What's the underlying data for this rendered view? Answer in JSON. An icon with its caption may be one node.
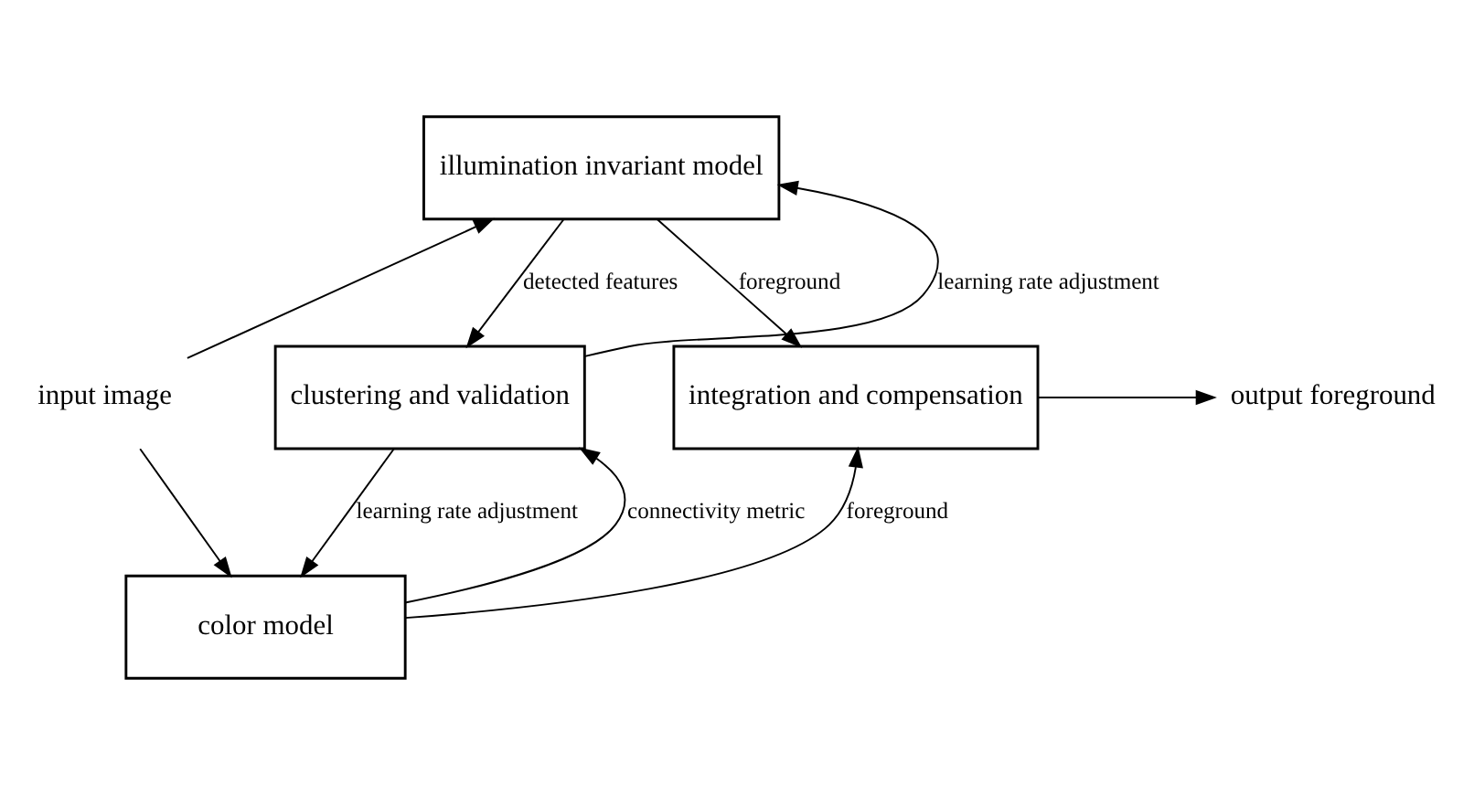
{
  "diagram": {
    "nodes": [
      {
        "text": [
          "input image"
        ]
      },
      {
        "text": [
          "illumination invariant model"
        ]
      },
      {
        "text": [
          "clustering and validation"
        ]
      },
      {
        "text": [
          "color model"
        ]
      },
      {
        "text": [
          "integration and compensation"
        ]
      },
      {
        "text": [
          "output foreground"
        ]
      }
    ],
    "edges": [
      {
        "from": 0,
        "to": 1,
        "arrow": "to"
      },
      {
        "from": 0,
        "to": 3,
        "arrow": "to"
      },
      {
        "from": 2,
        "to": 1,
        "arrow": "to",
        "label": "learning rate adjustment"
      },
      {
        "from": 1,
        "to": 2,
        "arrow": "to",
        "label": "detected features"
      },
      {
        "from": 3,
        "to": 2,
        "arrow": "to",
        "label": "connectivity metric"
      },
      {
        "from": 2,
        "to": 3,
        "arrow": "to",
        "label": "learning rate adjustment"
      },
      {
        "from": 1,
        "to": 4,
        "arrow": "to",
        "label": "foreground"
      },
      {
        "from": 3,
        "to": 4,
        "arrow": "to",
        "label": "foreground"
      },
      {
        "from": 4,
        "to": 5,
        "arrow": "to"
      }
    ]
  }
}
